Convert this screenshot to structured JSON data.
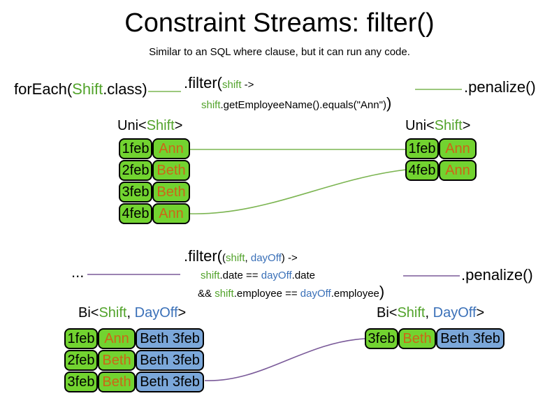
{
  "title": "Constraint Streams: filter()",
  "subtitle": "Similar to an SQL where clause, but it can run any code.",
  "colors": {
    "green_text": "#52a32b",
    "blue_text": "#3a70b8",
    "orange_text": "#cc6618",
    "green_fill": "#72d330",
    "blue_fill": "#7ba7d9",
    "line_green": "#7cb552",
    "line_purple": "#7a5a99"
  },
  "code1": {
    "foreach_pre": "forEach(",
    "foreach_class": "Shift",
    "foreach_post": ".class)",
    "filter_head": ".filter(",
    "filter_param": "shift",
    "filter_arrow": " ->",
    "body_param": "shift",
    "body_rest": ".getEmployeeName().equals(\"Ann\")",
    "body_close": ")",
    "penalize": ".penalize()"
  },
  "code2": {
    "ellipsis": "...",
    "filter_head": ".filter(",
    "paren_open": "(",
    "param1": "shift",
    "comma": ", ",
    "param2": "dayOff",
    "paren_close_arrow": ") ->",
    "line2_p1": "shift",
    "line2_mid": ".date == ",
    "line2_p2": "dayOff",
    "line2_end": ".date",
    "line3_and": "&& ",
    "line3_p1": "shift",
    "line3_mid": ".employee == ",
    "line3_p2": "dayOff",
    "line3_end": ".employee",
    "line3_close": ")",
    "penalize": ".penalize()"
  },
  "uni_left": {
    "label_pre": "Uni<",
    "label_type": "Shift",
    "label_post": ">",
    "rows": [
      {
        "date": "1feb",
        "name": "Ann"
      },
      {
        "date": "2feb",
        "name": "Beth"
      },
      {
        "date": "3feb",
        "name": "Beth"
      },
      {
        "date": "4feb",
        "name": "Ann"
      }
    ]
  },
  "uni_right": {
    "label_pre": "Uni<",
    "label_type": "Shift",
    "label_post": ">",
    "rows": [
      {
        "date": "1feb",
        "name": "Ann"
      },
      {
        "date": "4feb",
        "name": "Ann"
      }
    ]
  },
  "bi_left": {
    "label_pre": "Bi<",
    "label_type1": "Shift",
    "label_comma": ", ",
    "label_type2": "DayOff",
    "label_post": ">",
    "rows": [
      {
        "date": "1feb",
        "name": "Ann",
        "pair": "Beth 3feb"
      },
      {
        "date": "2feb",
        "name": "Beth",
        "pair": "Beth 3feb"
      },
      {
        "date": "3feb",
        "name": "Beth",
        "pair": "Beth 3feb"
      }
    ]
  },
  "bi_right": {
    "label_pre": "Bi<",
    "label_type1": "Shift",
    "label_comma": ", ",
    "label_type2": "DayOff",
    "label_post": ">",
    "rows": [
      {
        "date": "3feb",
        "name": "Beth",
        "pair": "Beth 3feb"
      }
    ]
  }
}
